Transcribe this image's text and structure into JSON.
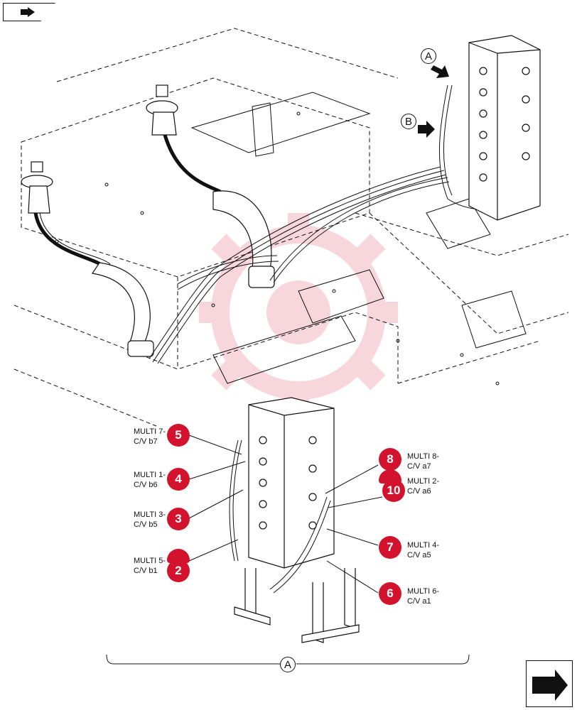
{
  "nav": {
    "prev_icon": "arrow-back-icon",
    "next_icon": "arrow-forward-icon"
  },
  "view_markers": {
    "a": "A",
    "b": "B",
    "detail": "A"
  },
  "callouts": [
    {
      "num": "5",
      "line1": "MULTI 7-",
      "line2": "C/V b7"
    },
    {
      "num": "4",
      "line1": "MULTI 1-",
      "line2": "C/V b6"
    },
    {
      "num": "3",
      "line1": "MULTI 3-",
      "line2": "C/V b5"
    },
    {
      "num": "2",
      "line1": "MULTI 5-",
      "line2": "C/V b1"
    },
    {
      "num": "8",
      "line1": "MULTI 8-",
      "line2": "C/V a7"
    },
    {
      "num": "10",
      "line1": "MULTI 2-",
      "line2": "C/V a6"
    },
    {
      "num": "7",
      "line1": "MULTI 4-",
      "line2": "C/V a5"
    },
    {
      "num": "6",
      "line1": "MULTI 6-",
      "line2": "C/V a1"
    }
  ],
  "colors": {
    "callout": "#d3122e",
    "watermark": "#f2b8bf",
    "line": "#111111"
  }
}
